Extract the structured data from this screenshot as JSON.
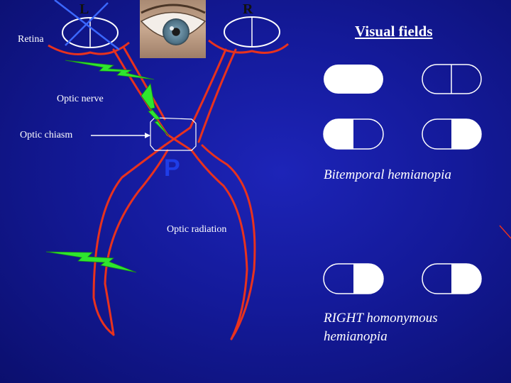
{
  "labels": {
    "left_eye": "L",
    "right_eye": "R",
    "retina": "Retina",
    "optic_nerve": "Optic nerve",
    "optic_chiasm": "Optic chiasm",
    "lesion_marker": "P",
    "optic_radiation": "Optic radiation"
  },
  "visual_fields": {
    "heading": "Visual fields",
    "case1_caption": "Bitemporal hemianopia",
    "case2_caption": "RIGHT homonymous hemianopia"
  },
  "colors": {
    "pathway": "#e8321e",
    "lightning": "#2ee62e",
    "field_intact": "#ffffff",
    "field_lost": "#0d1280"
  },
  "icons": {
    "lightning": "lightning-bolt-icon",
    "eye": "eye-icon"
  }
}
